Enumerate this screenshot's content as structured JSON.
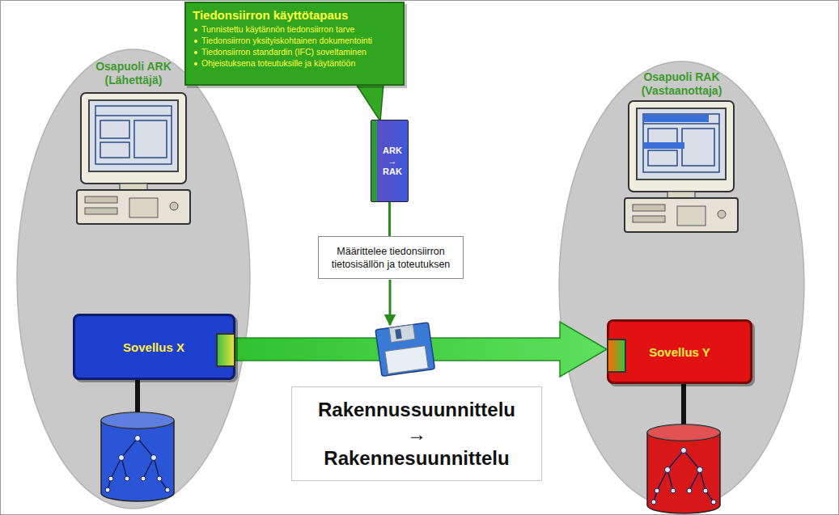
{
  "diagram": {
    "nodes": [
      {
        "text": [
          "Osapuoli ARK (Lähettäjä)"
        ]
      },
      {
        "text": [
          "Sovellus X"
        ],
        "in": 0
      },
      {
        "text": [
          "Osapuoli RAK (Vastaanottaja)"
        ]
      },
      {
        "text": [
          "Sovellus Y"
        ],
        "in": 2
      },
      {
        "text": [
          "Tiedonsiirron käyttötapaus",
          "Tunnistettu käytännön tiedonsiirron tarve",
          "Tiedonsiirron yksityiskohtainen dokumentointi",
          "Tiedonsiirron standardin (IFC) soveltaminen",
          "Ohjeistuksena toteutuksille ja käytäntöön"
        ]
      },
      {
        "text": [
          "ARK → RAK"
        ]
      },
      {
        "text": [
          "Määrittelee tiedonsiirron tietosisällön ja toteutuksen"
        ]
      },
      {
        "text": [
          "Rakennussuunnittelu → Rakennesuunnittelu"
        ]
      }
    ],
    "edges": [
      {
        "from": 1,
        "to": 3,
        "arrow": "to"
      },
      {
        "from": 5,
        "to": 6,
        "arrow": "none"
      }
    ]
  }
}
